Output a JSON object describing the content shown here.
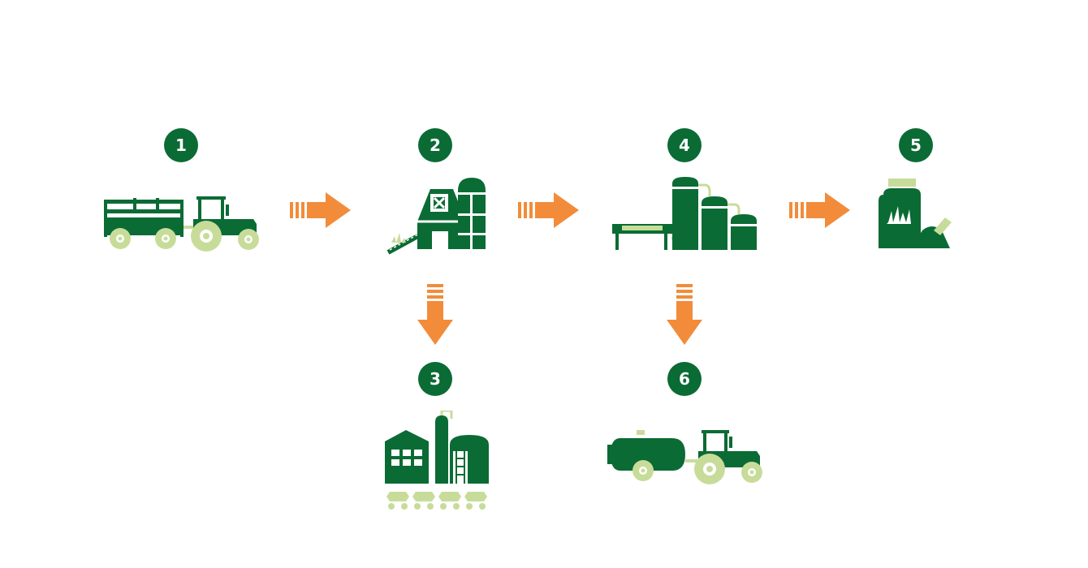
{
  "colors": {
    "dark_green": "#0b6b34",
    "light_green": "#c8dc9a",
    "orange": "#f28c3a",
    "background": "#ffffff"
  },
  "steps": [
    {
      "number": "1",
      "icon": "tractor-trailer-icon"
    },
    {
      "number": "2",
      "icon": "barn-silo-icon"
    },
    {
      "number": "3",
      "icon": "factory-icon"
    },
    {
      "number": "4",
      "icon": "digester-tanks-icon"
    },
    {
      "number": "5",
      "icon": "fertilizer-bag-icon"
    },
    {
      "number": "6",
      "icon": "tanker-tractor-icon"
    }
  ],
  "flows": [
    {
      "from": "1",
      "to": "2",
      "direction": "right"
    },
    {
      "from": "2",
      "to": "4",
      "direction": "right"
    },
    {
      "from": "4",
      "to": "5",
      "direction": "right"
    },
    {
      "from": "2",
      "to": "3",
      "direction": "down"
    },
    {
      "from": "4",
      "to": "6",
      "direction": "down"
    }
  ]
}
